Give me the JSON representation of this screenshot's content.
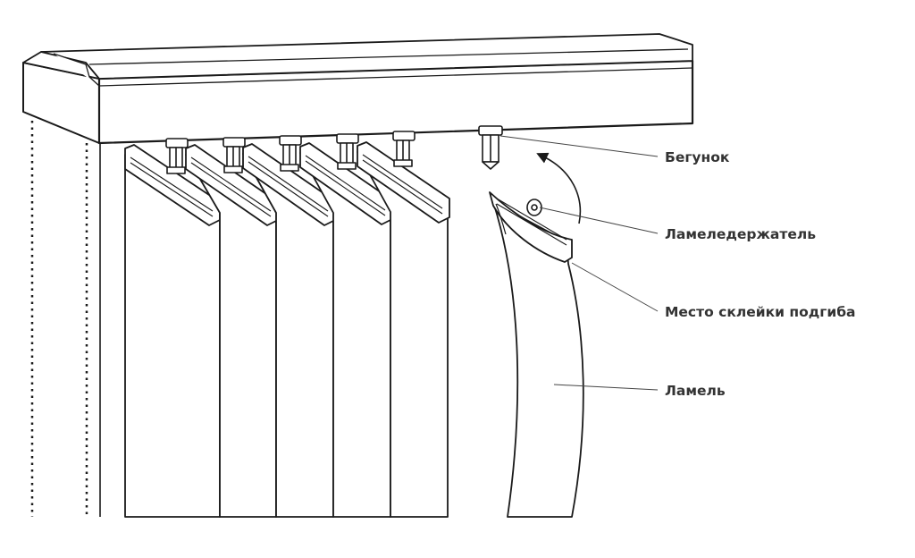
{
  "labels": {
    "runner": "Бегунок",
    "slat_holder": "Ламеледержатель",
    "glue_fold": "Место склейки подгиба",
    "slat": "Ламель"
  },
  "colors": {
    "line": "#1a1a1a",
    "leader": "#444444",
    "text": "#333333",
    "background": "#ffffff"
  }
}
